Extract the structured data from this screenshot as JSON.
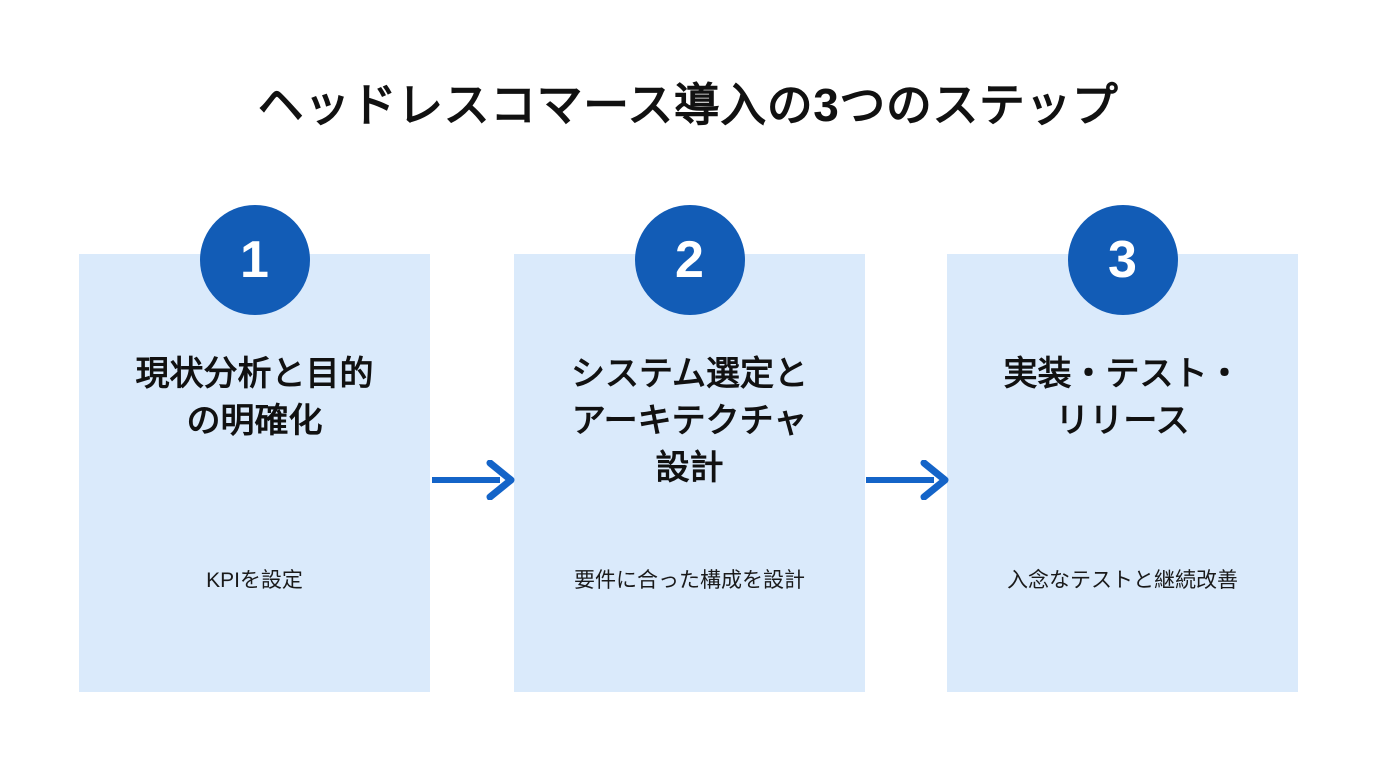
{
  "slide": {
    "title": "ヘッドレスコマース導入の3つのステップ",
    "background_color": "#ffffff"
  },
  "theme": {
    "accent_blue": "#125cb6",
    "card_fill": "#daeafb",
    "arrow_blue": "#1464c8",
    "text_color": "#111111"
  },
  "steps": [
    {
      "number": "1",
      "heading": "現状分析と目的\nの明確化",
      "heading_lines": [
        "現状分析と目的",
        "の明確化"
      ],
      "note": "KPIを設定"
    },
    {
      "number": "2",
      "heading": "システム選定と\nアーキテクチャ\n設計",
      "heading_lines": [
        "システム選定と",
        "アーキテクチャ",
        "設計"
      ],
      "note": "要件に合った構成を設計"
    },
    {
      "number": "3",
      "heading": "実装・テスト・\nリリース",
      "heading_lines": [
        "実装・テスト・",
        "リリース"
      ],
      "note": "入念なテストと継続改善"
    }
  ],
  "connectors": [
    {
      "from": "1",
      "to": "2",
      "icon": "arrow-right-icon"
    },
    {
      "from": "2",
      "to": "3",
      "icon": "arrow-right-icon"
    }
  ]
}
